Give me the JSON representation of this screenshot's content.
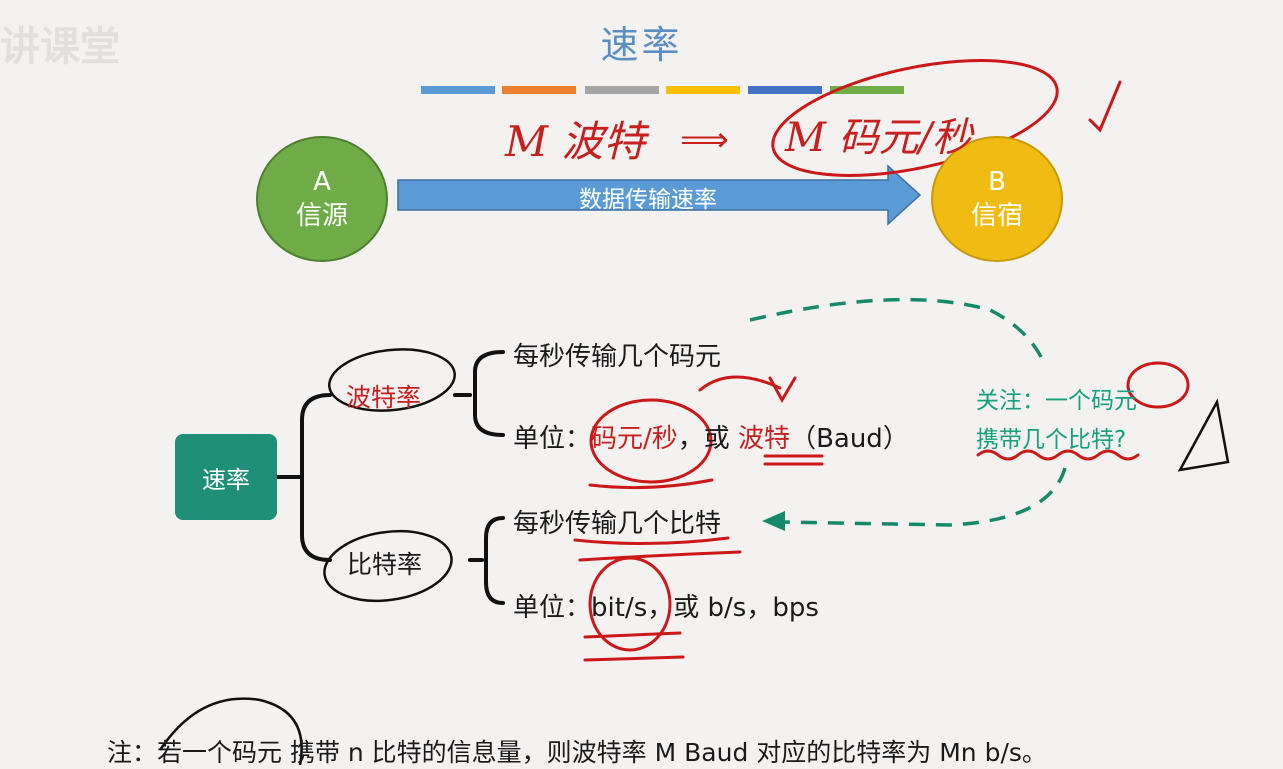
{
  "watermark": "讲课堂",
  "title": "速率",
  "color_bars": [
    "#5b9bd5",
    "#ed7d31",
    "#a5a5a5",
    "#ffc000",
    "#4472c4",
    "#70ad47"
  ],
  "node_a": {
    "letter": "A",
    "label": "信源"
  },
  "node_b": {
    "letter": "B",
    "label": "信宿"
  },
  "arrow_label": "数据传输速率",
  "handwriting_top": {
    "left": "M 波特",
    "right": "M 码元/秒"
  },
  "tree": {
    "root": "速率",
    "baud": {
      "label": "波特率",
      "line1": "每秒传输几个码元",
      "unit_prefix": "单位：",
      "unit_main": "码元/秒",
      "unit_sep": "，或 ",
      "unit_alt": "波特",
      "unit_paren": "（Baud）"
    },
    "bit": {
      "label": "比特率",
      "line1": "每秒传输几个比特",
      "unit_prefix": "单位：",
      "unit_rest": "bit/s，或 b/s，bps"
    }
  },
  "note_side": {
    "line1": "关注：一个码元",
    "line2": "携带几个比特?"
  },
  "footnote": "注：若一个码元 携带 n 比特的信息量，则波特率 M Baud 对应的比特率为 Mn b/s。"
}
